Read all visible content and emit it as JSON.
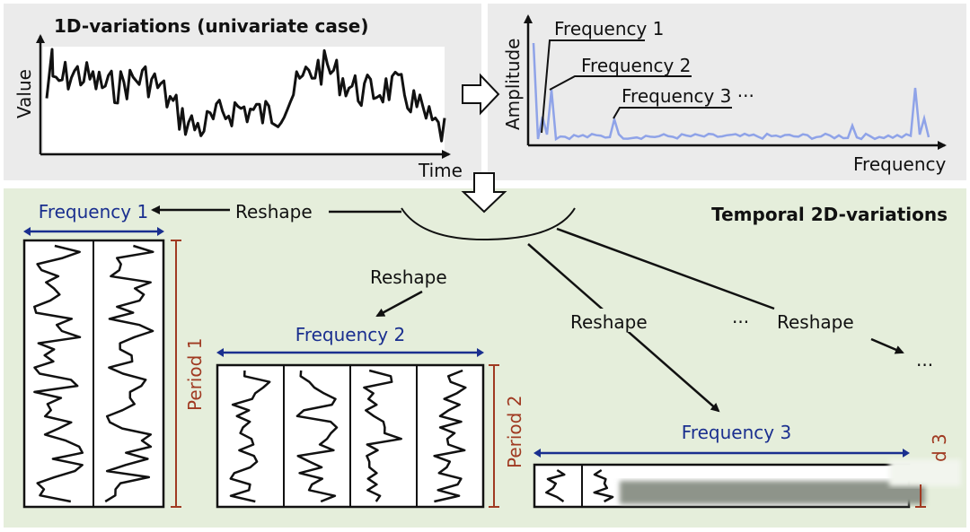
{
  "top_left": {
    "title": "1D-variations (univariate case)",
    "y_label": "Value",
    "x_label": "Time"
  },
  "top_right": {
    "y_label": "Amplitude",
    "x_label": "Frequency",
    "annotations": [
      "Frequency 1",
      "Frequency 2",
      "Frequency 3 ···"
    ],
    "line_color": "#8fa3e8"
  },
  "bottom": {
    "title": "Temporal 2D-variations",
    "reshape_label": "Reshape",
    "ellipsis": "···",
    "groups": [
      {
        "frequency": "Frequency 1",
        "period": "Period 1"
      },
      {
        "frequency": "Frequency 2",
        "period": "Period 2"
      },
      {
        "frequency": "Frequency 3",
        "period": "d 3"
      }
    ]
  },
  "colors": {
    "top_panel": "#ebebeb",
    "bottom_panel": "#e5eedb",
    "frequency": "#1a2f8f",
    "period": "#a03a22"
  }
}
